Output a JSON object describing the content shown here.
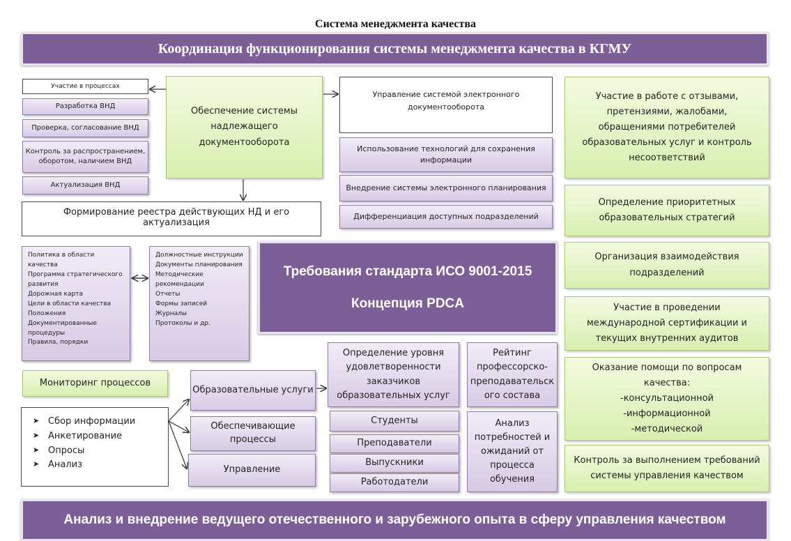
{
  "title": "Система менеджмента качества",
  "top_banner": "Координация функционирования системы менеджмента качества в КГМУ",
  "bottom_banner": "Анализ и внедрение ведущего отечественного и зарубежного опыта в сферу управления качеством",
  "doc_support": {
    "main": "Обеспечение системы\nнадлежащего\nдокументооборота",
    "items": [
      "Участие в процессах",
      "Разработка ВНД",
      "Проверка, согласование ВНД",
      "Контроль за распространением,\nоборотом, наличием ВНД",
      "Актуализация ВНД"
    ],
    "registry": "Формирование реестра  действующих НД и  его актуализация"
  },
  "edm": {
    "main": "Управление системой электронного\nдокументооборота",
    "items": [
      "Использование технологий для сохранения\nинформации",
      "Внедрение системы электронного планирования",
      "Дифференциация доступных подразделений"
    ]
  },
  "policy_list": "Политика в области качества\nПрограмма стратегического\nразвития\nДорожная карта\nЦели в области качества\nПоложения\nДокументированные\nпроцедуры\nПравила, порядки",
  "docs_list": "Должностные инструкции\nДокументы планирования\nМетодические\nрекомендации\nОтчеты\nФормы записей\nЖурналы\nПротоколы и др.",
  "center": {
    "line1": "Требования стандарта ИСО 9001-2015",
    "line2": "Концепция PDCA"
  },
  "right_column": [
    "Участие в работе с отзывами,\nпретензиями, жалобами,\nобращениями потребителей\nобразовательных услуг и контроль\nнесоответствий",
    "Определение приоритетных\nобразовательных стратегий",
    "Организация взаимодействия\nподразделений",
    "Участие в проведении\nмеждународной сертификации и\nтекущих внутренних аудитов",
    "Оказание помощи по вопросам\nкачества:\n-консультационной\n-информационной\n-методической",
    "Контроль за выполнением требований\nсистемы управления качеством"
  ],
  "monitoring": {
    "title": "Мониторинг процессов",
    "bullets": [
      "Сбор информации",
      "Анкетирование",
      "Опросы",
      "Анализ"
    ]
  },
  "processes": [
    "Образовательные услуги",
    "Обеспечивающие\nпроцессы",
    "Управление"
  ],
  "satisfaction": {
    "title": "Определение уровня\nудовлетворенности\nзаказчиков\nобразовательных услуг",
    "groups": [
      "Студенты",
      "Преподаватели",
      "Выпускники",
      "Работодатели"
    ]
  },
  "rating": "Рейтинг\nпрофессорско-\nпреподавательск\nого состава",
  "needs": "Анализ\nпотребностей и\nожиданий от\nпроцесса\nобучения"
}
